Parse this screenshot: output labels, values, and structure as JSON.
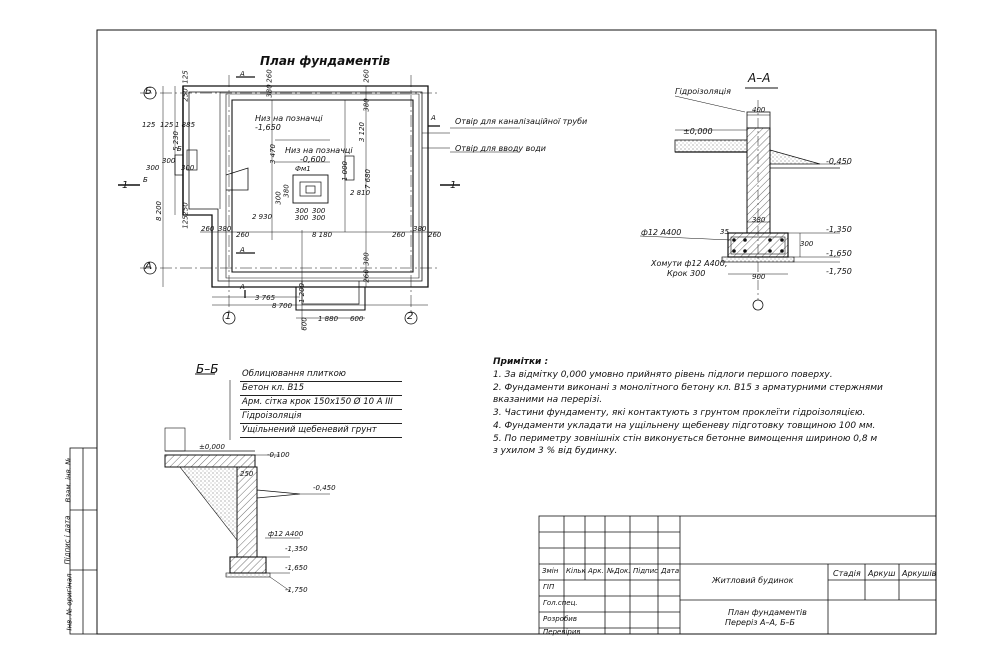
{
  "plan": {
    "title": "План фундаментів",
    "axis_a": "А",
    "axis_b": "Б",
    "axis_1": "1",
    "axis_2": "2",
    "cut_label": "1",
    "label_bottom_mark": "Низ на позначці",
    "label_bottom_mark_value": "-1,650",
    "label_bottom_mark2": "Низ на позначці",
    "label_bottom_mark2_value": "-0,600",
    "footing_label": "Фм1",
    "label_sewer_hole": "Отвір для каналізаційної труби",
    "label_water_hole": "Отвір для вводу води",
    "dims": {
      "d260": "260",
      "d380": "380",
      "d125": "125",
      "d250": "250",
      "d300": "300",
      "d1885": "1 885",
      "d5230": "5 230",
      "d3470": "3 470",
      "d3120": "3 120",
      "d1000": "1 000",
      "d7680": "7 680",
      "d2810": "2 810",
      "d2930": "2 930",
      "d8180": "8 180",
      "d8700": "8 700",
      "d8200": "8 200",
      "d3765": "3 765",
      "d1200": "1 200",
      "d1880": "1 880",
      "d600": "600"
    }
  },
  "section_aa": {
    "title": "А–А",
    "hydro": "Гідроізоляція",
    "zero": "±0,000",
    "m045": "-0,450",
    "m135": "-1,350",
    "m165": "-1,650",
    "m175": "-1,750",
    "w400": "400",
    "w380": "380",
    "w900": "900",
    "h300": "300",
    "d35": "35",
    "rebar": "ф12 А400",
    "stirrups": "Хомути ф12 А400,",
    "step": "Крок 300"
  },
  "section_bb": {
    "title": "Б–Б",
    "layers": [
      "Облицювання плиткою",
      "Бетон кл. В15",
      "Арм. сітка крок 150x150 Ø 10 А III",
      "Гідроізоляція",
      "Ущільнений щебеневий грунт"
    ],
    "zero": "±0,000",
    "m010": "-0,100",
    "m045": "-0,450",
    "w250": "250",
    "rebar": "ф12 А400",
    "m135": "-1,350",
    "m165": "-1,650",
    "m175": "-1,750"
  },
  "notes": {
    "title": "Примітки :",
    "items": [
      "1. За відмітку 0,000 умовно прийнято рівень підлоги першого поверху.",
      "2. Фундаменти виконані з монолітного бетону кл. В15 з арматурними стержнями",
      "    вказаними на перерізі.",
      "3. Частини фундаменту, які контактують з грунтом проклеїти гідроізоляцією.",
      "4. Фундаменти укладати на ущільнену щебеневу підготовку товщиною 100 мм.",
      "5. По периметру зовнішніх стін виконується бетонне вимощення шириною 0,8 м",
      "    з ухилом 3 % від будинку."
    ]
  },
  "title_block": {
    "col_headers": [
      "Змін",
      "Кільк",
      "Арк.",
      "№Док.",
      "Підпис",
      "Дата"
    ],
    "roles": [
      "ГІП",
      "Гол.спец.",
      "Розробив",
      "Перевірив"
    ],
    "project": "Житловий будинок",
    "sheet_title_1": "План фундаментів",
    "sheet_title_2": "Переріз А–А, Б–Б",
    "stage": "Стадія",
    "sheet": "Аркуш",
    "sheets": "Аркушів"
  },
  "side_stamp": [
    "Взам. інв. №",
    "Підпис і дата",
    "Інв. № оригінал"
  ]
}
